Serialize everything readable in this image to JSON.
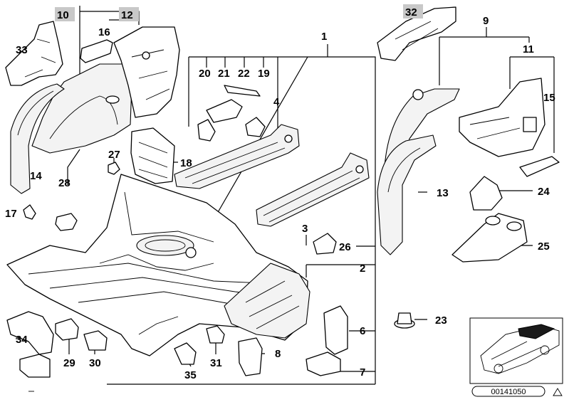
{
  "diagram": {
    "callouts": {
      "c1": "1",
      "c2": "2",
      "c3": "3",
      "c4": "4",
      "c6": "6",
      "c7": "7",
      "c8": "8",
      "c9": "9",
      "c10": "10",
      "c11": "11",
      "c12": "12",
      "c13": "13",
      "c14": "14",
      "c15": "15",
      "c16": "16",
      "c17": "17",
      "c18": "18",
      "c19": "19",
      "c20": "20",
      "c21": "21",
      "c22": "22",
      "c23": "23",
      "c24": "24",
      "c25": "25",
      "c26": "26",
      "c27": "27",
      "c28": "28",
      "c29": "29",
      "c30": "30",
      "c31": "31",
      "c32": "32",
      "c33": "33",
      "c34": "34",
      "c35": "35"
    },
    "highlighted_callouts": [
      "10",
      "12",
      "32"
    ],
    "image_code": "00141050"
  }
}
